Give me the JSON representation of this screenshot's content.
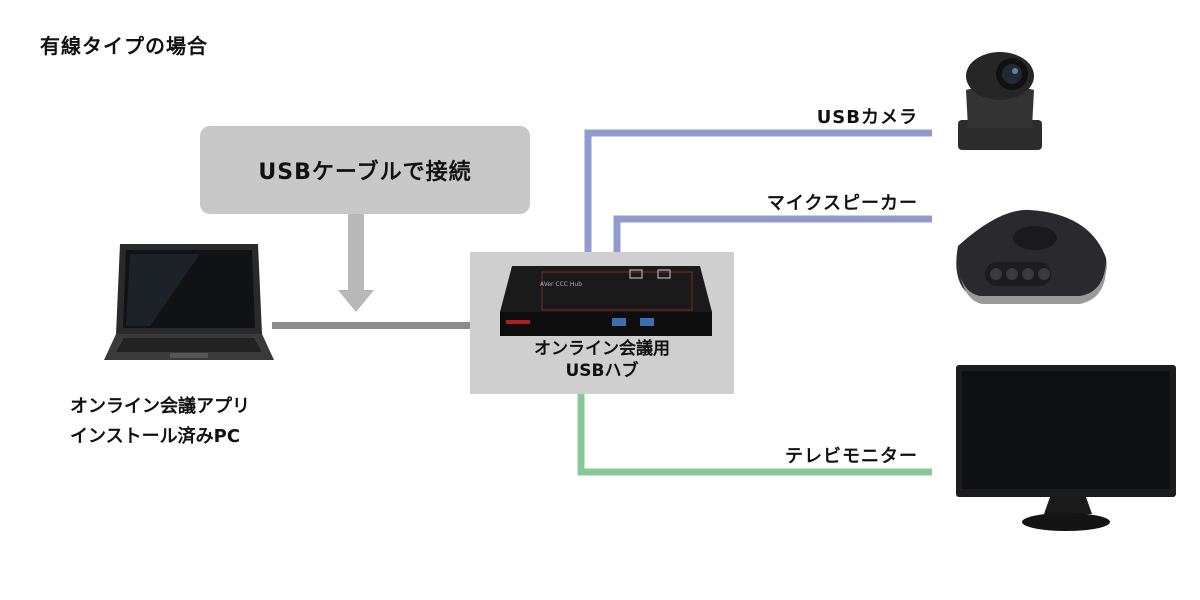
{
  "title": "有線タイプの場合",
  "callout": {
    "text": "USBケーブルで接続"
  },
  "hub": {
    "line1": "オンライン会議用",
    "line2": "USBハブ",
    "device_text": "AVer CCC Hub"
  },
  "pc": {
    "line1": "オンライン会議アプリ",
    "line2": "インストール済みPC"
  },
  "devices": {
    "camera": "USBカメラ",
    "speaker": "マイクスピーカー",
    "monitor": "テレビモニター"
  },
  "colors": {
    "usb_line": "#8f9ccd",
    "hdmi_line": "#88c898",
    "pc_line": "#8c8c8c",
    "callout_bg": "#c8c8c8",
    "hub_bg": "#cfcfcf"
  },
  "icons": [
    "laptop-icon",
    "usb-hub-icon",
    "ptz-camera-icon",
    "speakerphone-icon",
    "monitor-icon",
    "down-arrow-icon"
  ]
}
